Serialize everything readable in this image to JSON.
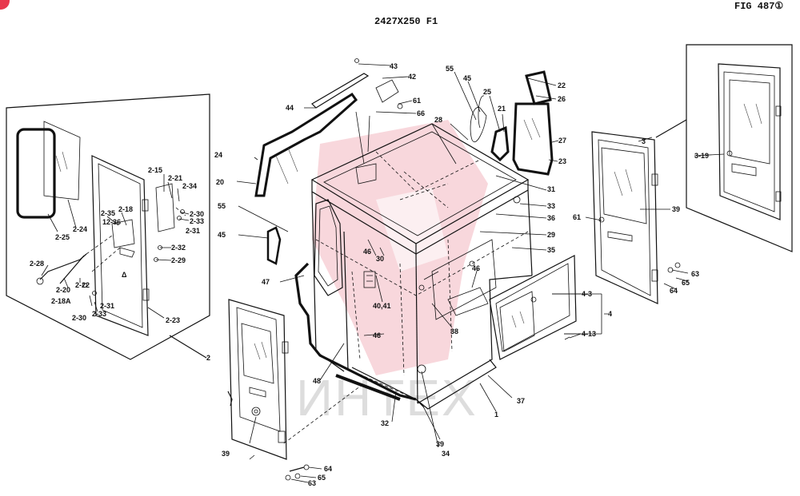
{
  "header": {
    "model": "2427X250 F1",
    "fig": "FIG 487①"
  },
  "colors": {
    "accent": "#e8384d",
    "ink": "#111111",
    "watermark": "#f3b6c0"
  },
  "watermark": "ИНТЕХ",
  "callouts": {
    "c43": "43",
    "c42": "42",
    "c61a": "61",
    "c55a": "55",
    "c45a": "45",
    "c25": "25",
    "c22": "22",
    "c26": "26",
    "c21": "21",
    "c27": "27",
    "c23": "23",
    "c44": "44",
    "c66": "66",
    "c28": "28",
    "c24": "24",
    "c20": "20",
    "c31": "31",
    "c33": "33",
    "c36": "36",
    "c29": "29",
    "c35": "35",
    "c55b": "55",
    "c45b": "45",
    "c46a": "46",
    "c30": "30",
    "c46b": "46",
    "c47": "47",
    "c4041": "40,41",
    "c38": "38",
    "c46c": "46",
    "c48": "48",
    "c32": "32",
    "c34": "34",
    "c39a": "39",
    "c37": "37",
    "c1": "1",
    "c43r": "4-3",
    "c4": "4",
    "c413": "4-13",
    "c3": "3",
    "c319": "3-19",
    "c39b": "39",
    "c61b": "61",
    "c63a": "63",
    "c65a": "65",
    "c64a": "64",
    "c2": "2",
    "c39c": "39",
    "c64b": "64",
    "c65b": "65",
    "c63b": "63",
    "l225": "2-25",
    "l224": "2-24",
    "l215": "2-15",
    "l221": "2-21",
    "l234": "2-34",
    "l235": "2-35",
    "l218": "2-18",
    "l236": "12-36",
    "l230a": "2-30",
    "l233a": "2-33",
    "l231a": "2-31",
    "l232": "2-32",
    "l229": "2-29",
    "l228": "2-28",
    "l220": "2-20",
    "l222": "2-22",
    "l218a": "2-18A",
    "l230b": "2-30",
    "l233b": "2-33",
    "l231b": "2-31",
    "l223": "2-23",
    "ldelta": "Δ"
  }
}
